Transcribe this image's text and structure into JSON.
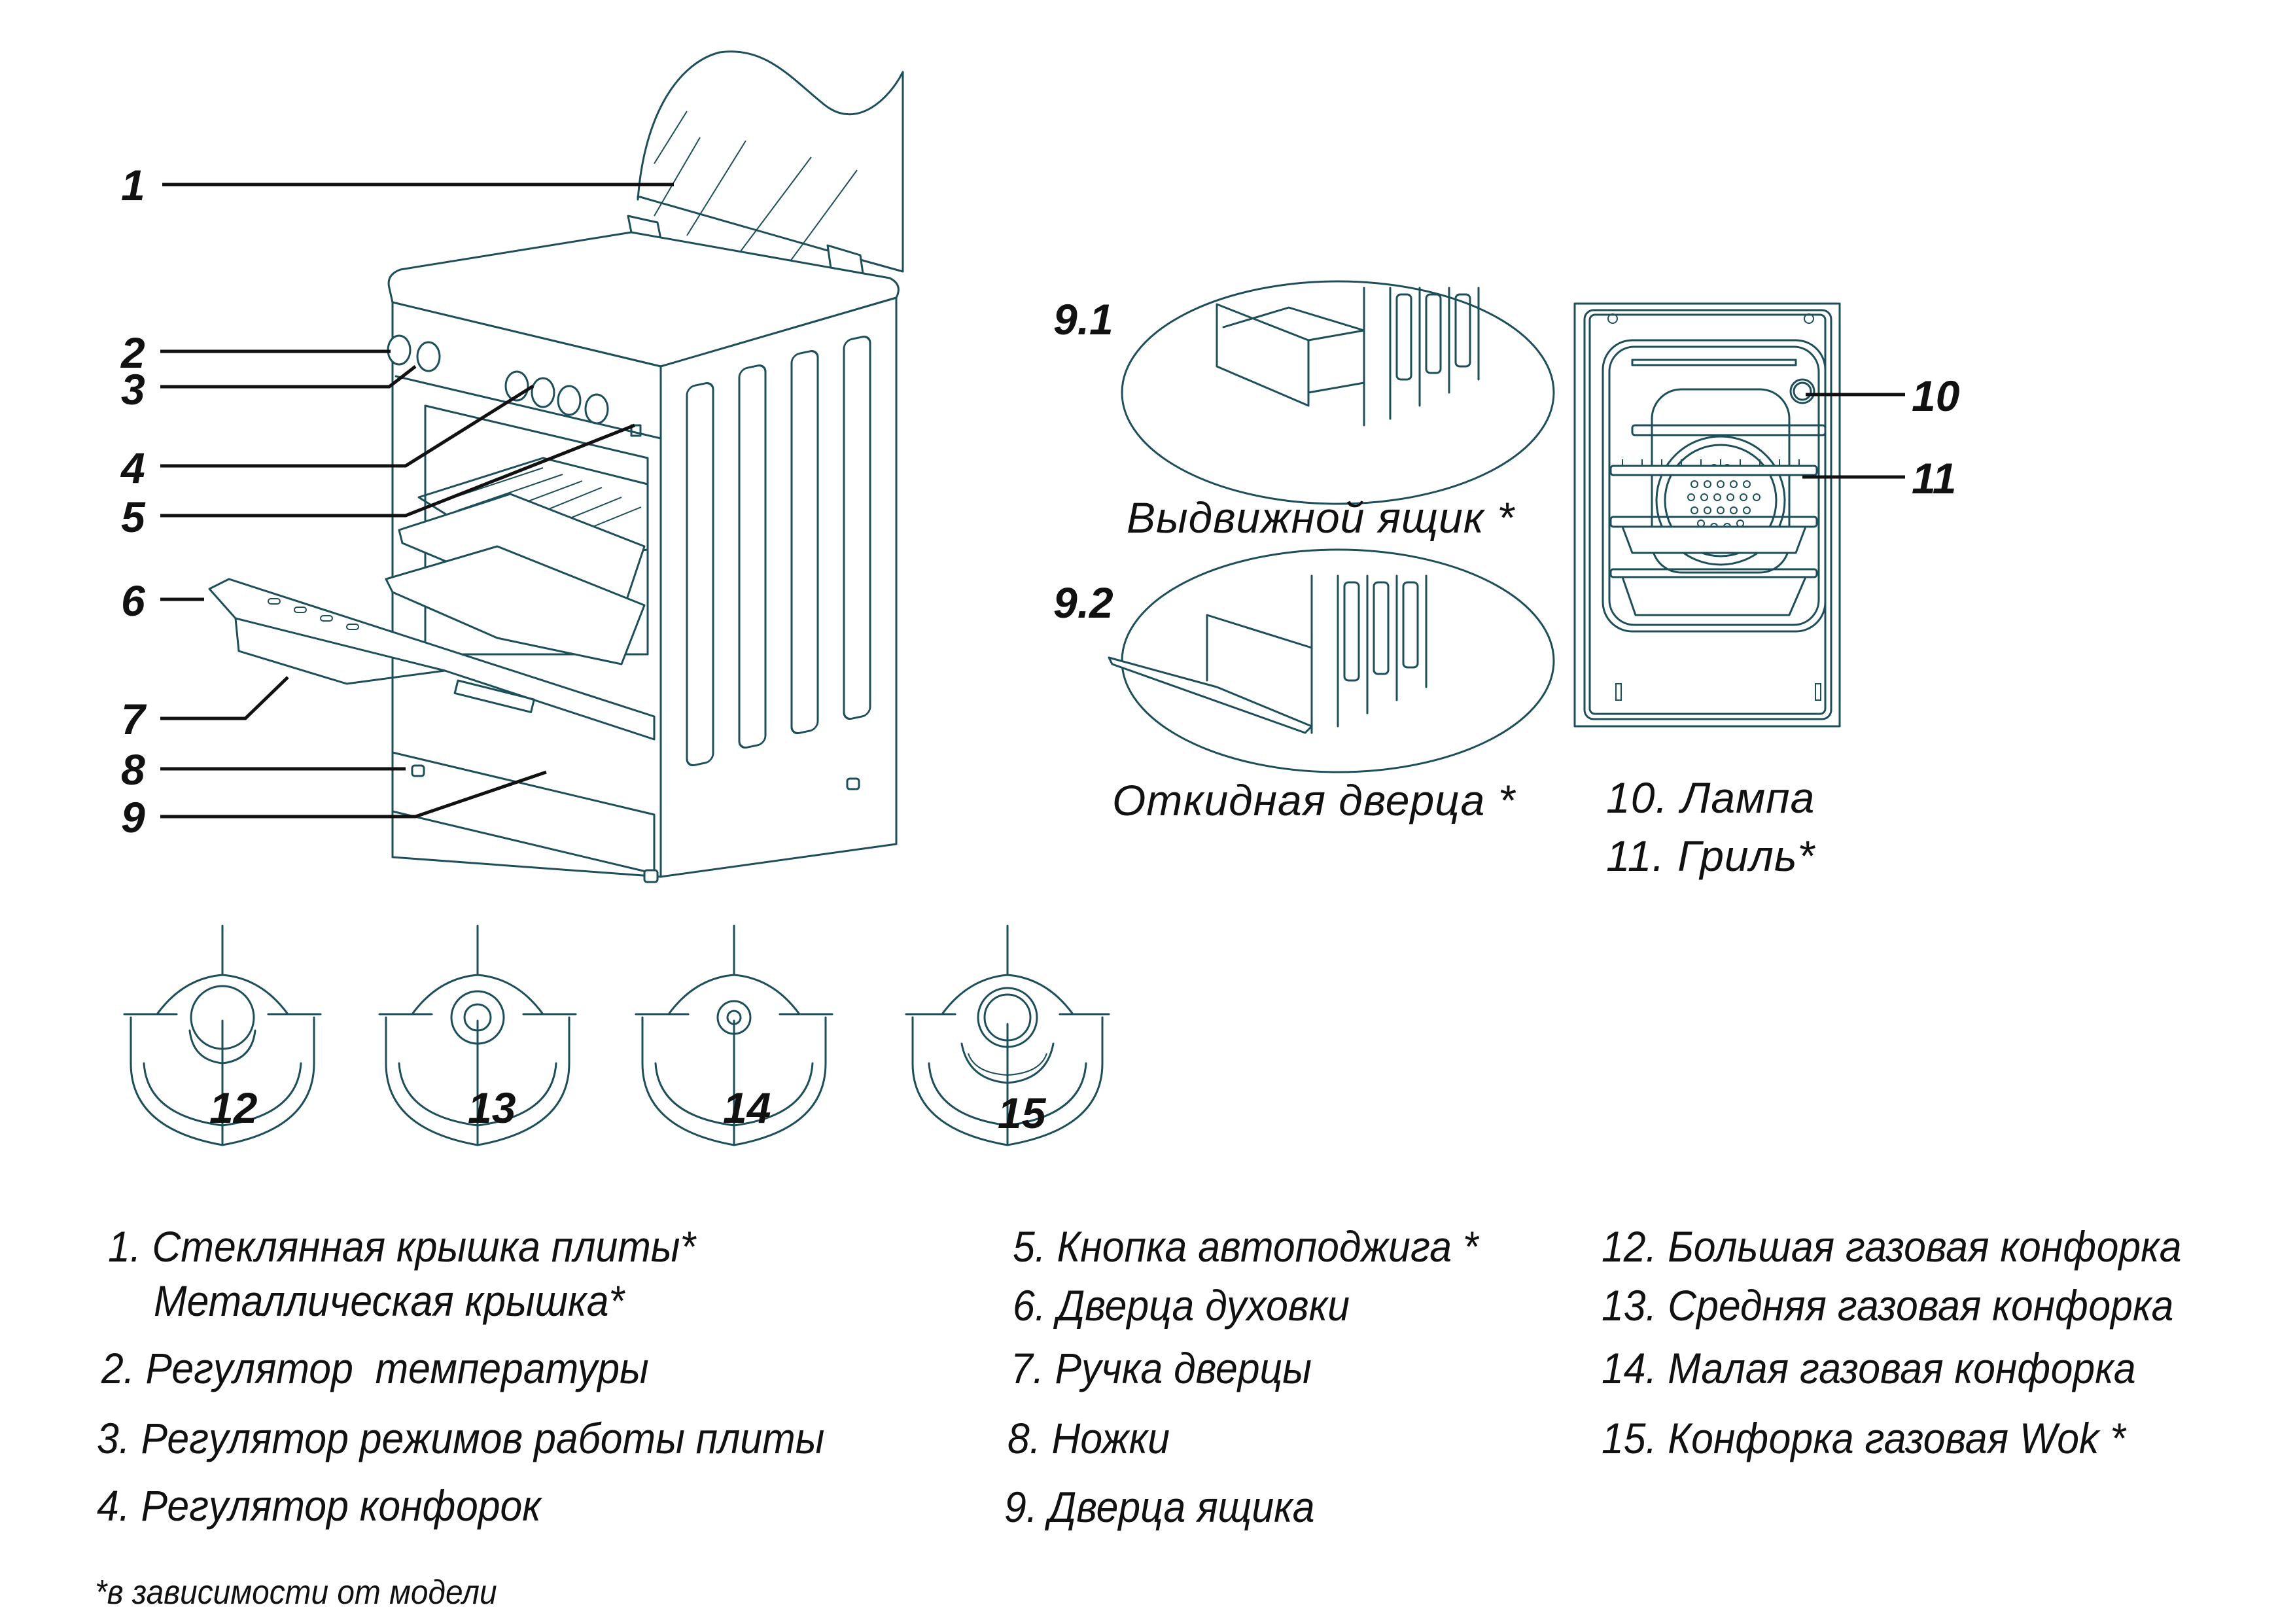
{
  "diagram": {
    "subject": "gas-cooker-components",
    "colors": {
      "drawing_stroke": "#1d4f5a",
      "leader_line": "#111111",
      "text": "#111111",
      "background": "#ffffff"
    }
  },
  "callouts": {
    "main": [
      "1",
      "2",
      "3",
      "4",
      "5",
      "6",
      "7",
      "8",
      "9"
    ],
    "drawer_variants": [
      {
        "number": "9.1",
        "caption": "Выдвижной ящик *"
      },
      {
        "number": "9.2",
        "caption": "Откидная дверца *"
      }
    ],
    "oven_interior": [
      "10",
      "11"
    ],
    "burners": [
      "12",
      "13",
      "14",
      "15"
    ]
  },
  "oven_interior_legend": [
    "10. Лампа",
    "11. Гриль*"
  ],
  "legend": {
    "col1": [
      {
        "text": "1. Стеклянная крышка плиты*"
      },
      {
        "text": "Металлическая крышка*"
      },
      {
        "text": "2. Регулятор  температуры"
      },
      {
        "text": "3. Регулятор режимов работы плиты"
      },
      {
        "text": "4. Регулятор конфорок"
      }
    ],
    "col2": [
      {
        "text": "5. Кнопка автоподжига *"
      },
      {
        "text": "6. Дверца духовки"
      },
      {
        "text": "7. Ручка дверцы"
      },
      {
        "text": "8. Ножки"
      },
      {
        "text": "9. Дверца ящика"
      }
    ],
    "col3": [
      {
        "text": "12. Большая газовая конфорка"
      },
      {
        "text": "13. Средняя газовая конфорка"
      },
      {
        "text": "14. Малая газовая конфорка"
      },
      {
        "text": "15. Конфорка газовая Wok *"
      }
    ]
  },
  "footnote": "*в зависимости от модели"
}
